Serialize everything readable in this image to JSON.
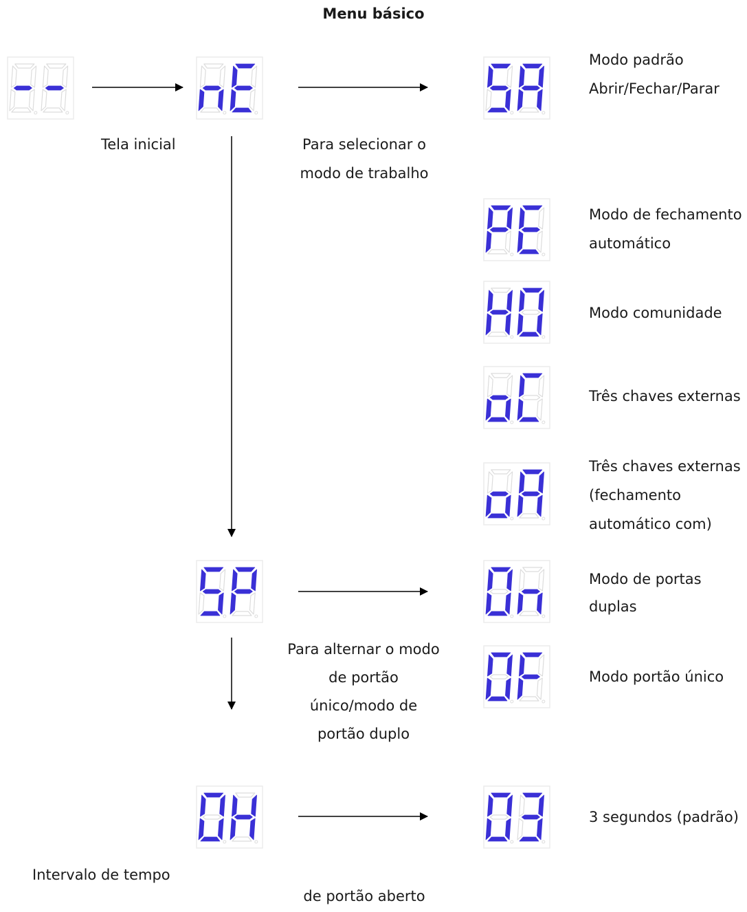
{
  "title": "Menu básico",
  "display_colors": {
    "lit": "#3a30d6",
    "unlit": "#dcdcdc",
    "frame": "#ececec"
  },
  "displays": [
    {
      "id": "start",
      "code": "--"
    },
    {
      "id": "ne",
      "code": "nE"
    },
    {
      "id": "sa",
      "code": "SA"
    },
    {
      "id": "pe",
      "code": "PE"
    },
    {
      "id": "ho",
      "code": "HO"
    },
    {
      "id": "oc",
      "code": "oC"
    },
    {
      "id": "oa",
      "code": "oA"
    },
    {
      "id": "sp",
      "code": "SP"
    },
    {
      "id": "on",
      "code": "On"
    },
    {
      "id": "of",
      "code": "OF"
    },
    {
      "id": "oh",
      "code": "OH"
    },
    {
      "id": "o3",
      "code": "O3"
    }
  ],
  "labels": {
    "start": "Tela inicial",
    "ne_caption": [
      "Para selecionar o",
      "modo de trabalho"
    ],
    "sp_caption": [
      "Para alternar o modo",
      "de portão",
      "único/modo de",
      "portão duplo"
    ],
    "oh_caption_a": "Intervalo de tempo",
    "oh_caption_b": "de portão aberto"
  },
  "options": {
    "sa": [
      "Modo padrão",
      "Abrir/Fechar/Parar"
    ],
    "pe": [
      "Modo de fechamento",
      "automático"
    ],
    "ho": [
      "Modo comunidade"
    ],
    "oc": [
      "Três chaves externas"
    ],
    "oa": [
      "Três chaves externas",
      "(fechamento",
      "automático com)"
    ],
    "on": [
      "Modo de portas",
      "duplas"
    ],
    "of": [
      "Modo portão único"
    ],
    "o3": [
      "3 segundos (padrão)"
    ]
  }
}
